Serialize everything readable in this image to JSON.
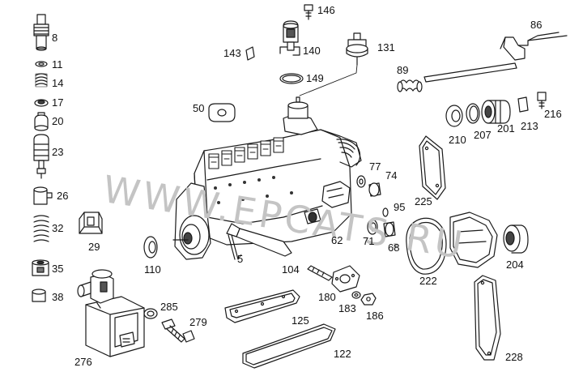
{
  "watermark": "WWW.EPCATS.RU",
  "parts": {
    "p8": "8",
    "p11": "11",
    "p14": "14",
    "p17": "17",
    "p20": "20",
    "p23": "23",
    "p26": "26",
    "p29": "29",
    "p32": "32",
    "p35": "35",
    "p38": "38",
    "p146": "146",
    "p140": "140",
    "p143": "143",
    "p131": "131",
    "p149": "149",
    "p86": "86",
    "p89": "89",
    "p50": "50",
    "p210": "210",
    "p207": "207",
    "p201": "201",
    "p213": "213",
    "p216": "216",
    "p77": "77",
    "p74": "74",
    "p95": "95",
    "p225": "225",
    "p62": "62",
    "p71": "71",
    "p68": "68",
    "p110": "110",
    "p5": "5",
    "p104": "104",
    "p180": "180",
    "p183": "183",
    "p186": "186",
    "p222": "222",
    "p204": "204",
    "p285": "285",
    "p279": "279",
    "p125": "125",
    "p122": "122",
    "p276": "276",
    "p228": "228"
  }
}
